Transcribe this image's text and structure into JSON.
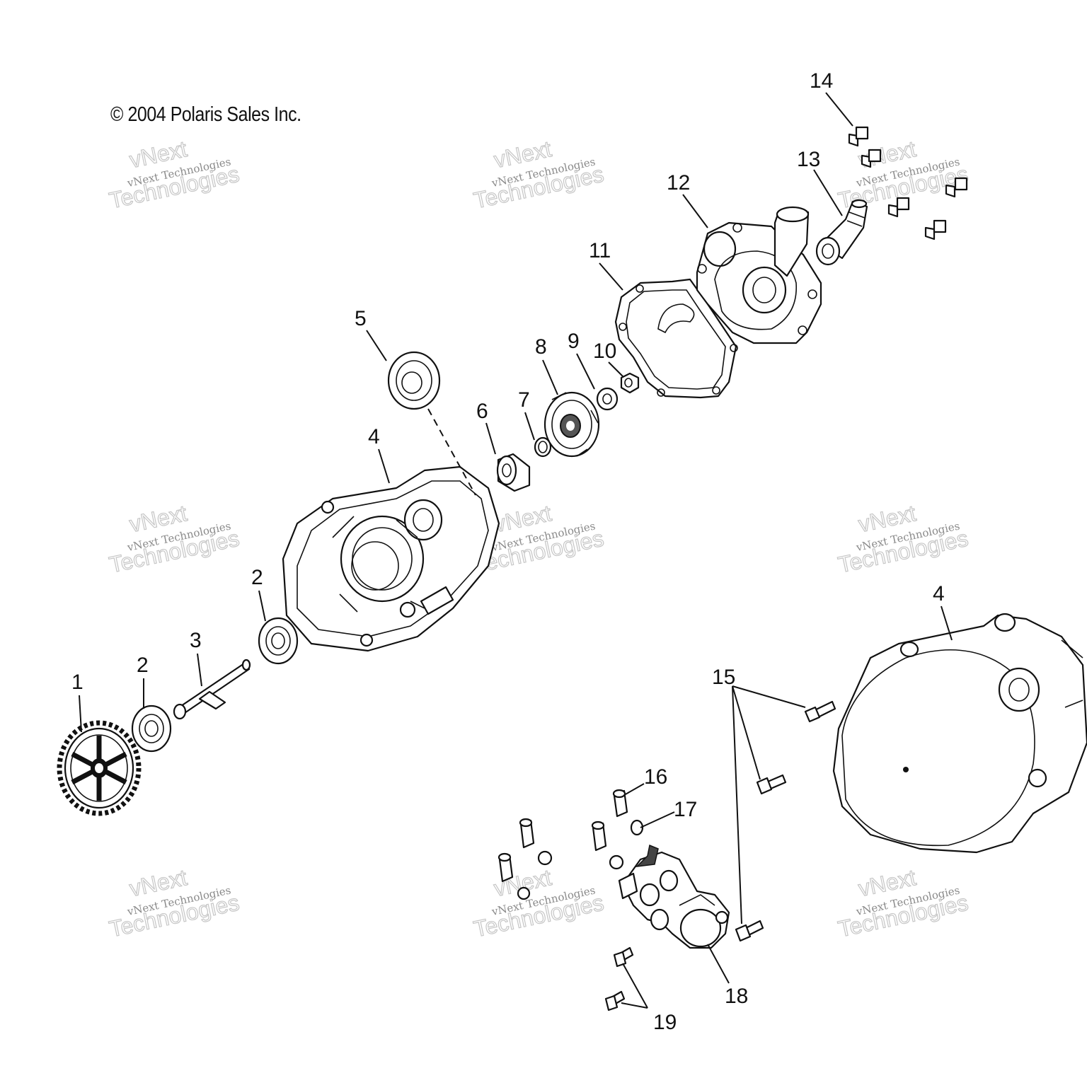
{
  "copyright": "© 2004 Polaris Sales Inc.",
  "watermark": {
    "line1": "vNext",
    "line2": "vNext Technologies",
    "line3": "Technologies"
  },
  "callouts": {
    "c1": "1",
    "c2a": "2",
    "c2b": "2",
    "c3": "3",
    "c4a": "4",
    "c4b": "4",
    "c5": "5",
    "c6": "6",
    "c7": "7",
    "c8": "8",
    "c9": "9",
    "c10": "10",
    "c11": "11",
    "c12": "12",
    "c13": "13",
    "c14": "14",
    "c15": "15",
    "c16": "16",
    "c17": "17",
    "c18": "18",
    "c19": "19"
  }
}
